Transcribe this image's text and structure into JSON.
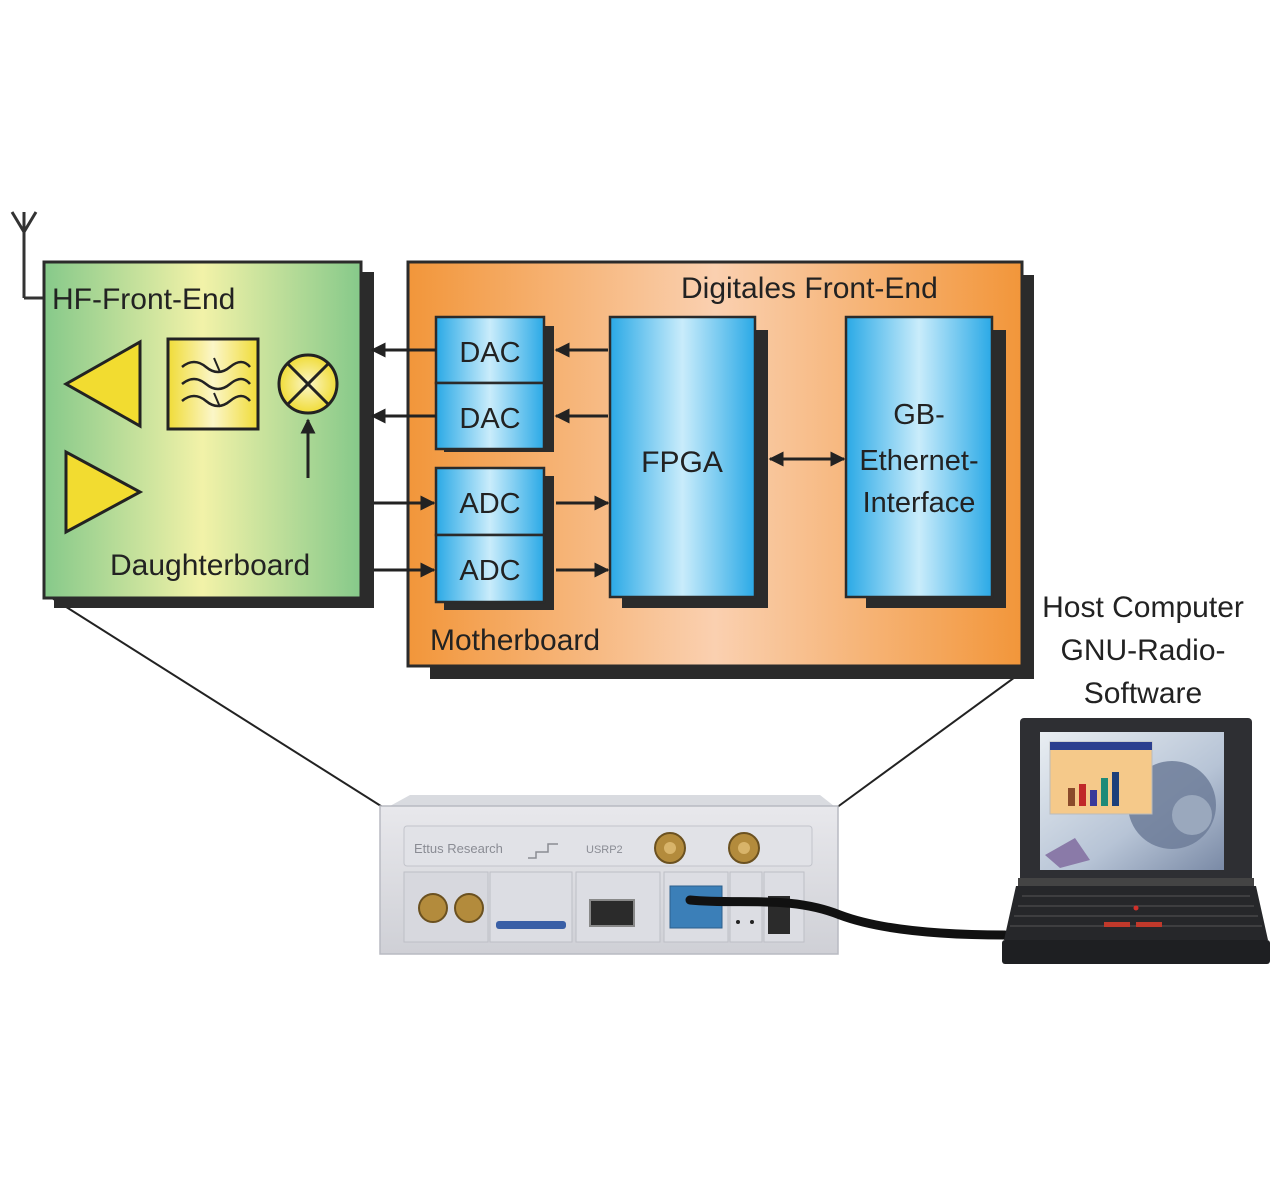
{
  "diagram": {
    "hf_front_end": {
      "title": "HF-Front-End",
      "subtitle": "Daughterboard",
      "components": [
        "receive-amplifier",
        "filter",
        "mixer",
        "transmit-amplifier"
      ],
      "fill_edge": "#86c98a",
      "fill_center": "#f2f2a8"
    },
    "digital_front_end": {
      "title": "Digitales Front-End",
      "subtitle": "Motherboard",
      "fill_edge": "#f2963a",
      "fill_center": "#fad0b0",
      "blocks": {
        "dac1": "DAC",
        "dac2": "DAC",
        "adc1": "ADC",
        "adc2": "ADC",
        "fpga": "FPGA",
        "ethernet_line1": "GB-",
        "ethernet_line2": "Ethernet-",
        "ethernet_line3": "Interface"
      },
      "block_fill_edge": "#2aa9e6",
      "block_fill_center": "#c9ecfb"
    },
    "host": {
      "line1": "Host Computer",
      "line2": "GNU-Radio-",
      "line3": "Software"
    },
    "device": {
      "brand": "Ettus Research",
      "model": "USRP2"
    },
    "connections": [
      {
        "from": "FPGA",
        "to": "DAC",
        "direction": "left"
      },
      {
        "from": "FPGA",
        "to": "DAC",
        "direction": "left"
      },
      {
        "from": "DAC",
        "to": "HF-Front-End",
        "direction": "left"
      },
      {
        "from": "DAC",
        "to": "HF-Front-End",
        "direction": "left"
      },
      {
        "from": "HF-Front-End",
        "to": "ADC",
        "direction": "right"
      },
      {
        "from": "HF-Front-End",
        "to": "ADC",
        "direction": "right"
      },
      {
        "from": "ADC",
        "to": "FPGA",
        "direction": "right"
      },
      {
        "from": "ADC",
        "to": "FPGA",
        "direction": "right"
      },
      {
        "from": "FPGA",
        "to": "GB-Ethernet-Interface",
        "direction": "bidirectional"
      },
      {
        "from": "USRP2",
        "to": "Host Computer",
        "direction": "cable"
      }
    ]
  }
}
